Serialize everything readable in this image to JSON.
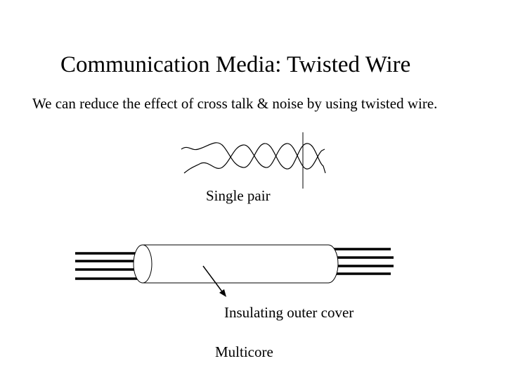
{
  "slide": {
    "title": "Communication Media: Twisted Wire",
    "subtitle": "We can reduce the effect of cross talk & noise by using twisted wire."
  },
  "diagram": {
    "single_pair_label": "Single pair",
    "cover_label": "Insulating outer cover",
    "multicore_label": "Multicore"
  }
}
